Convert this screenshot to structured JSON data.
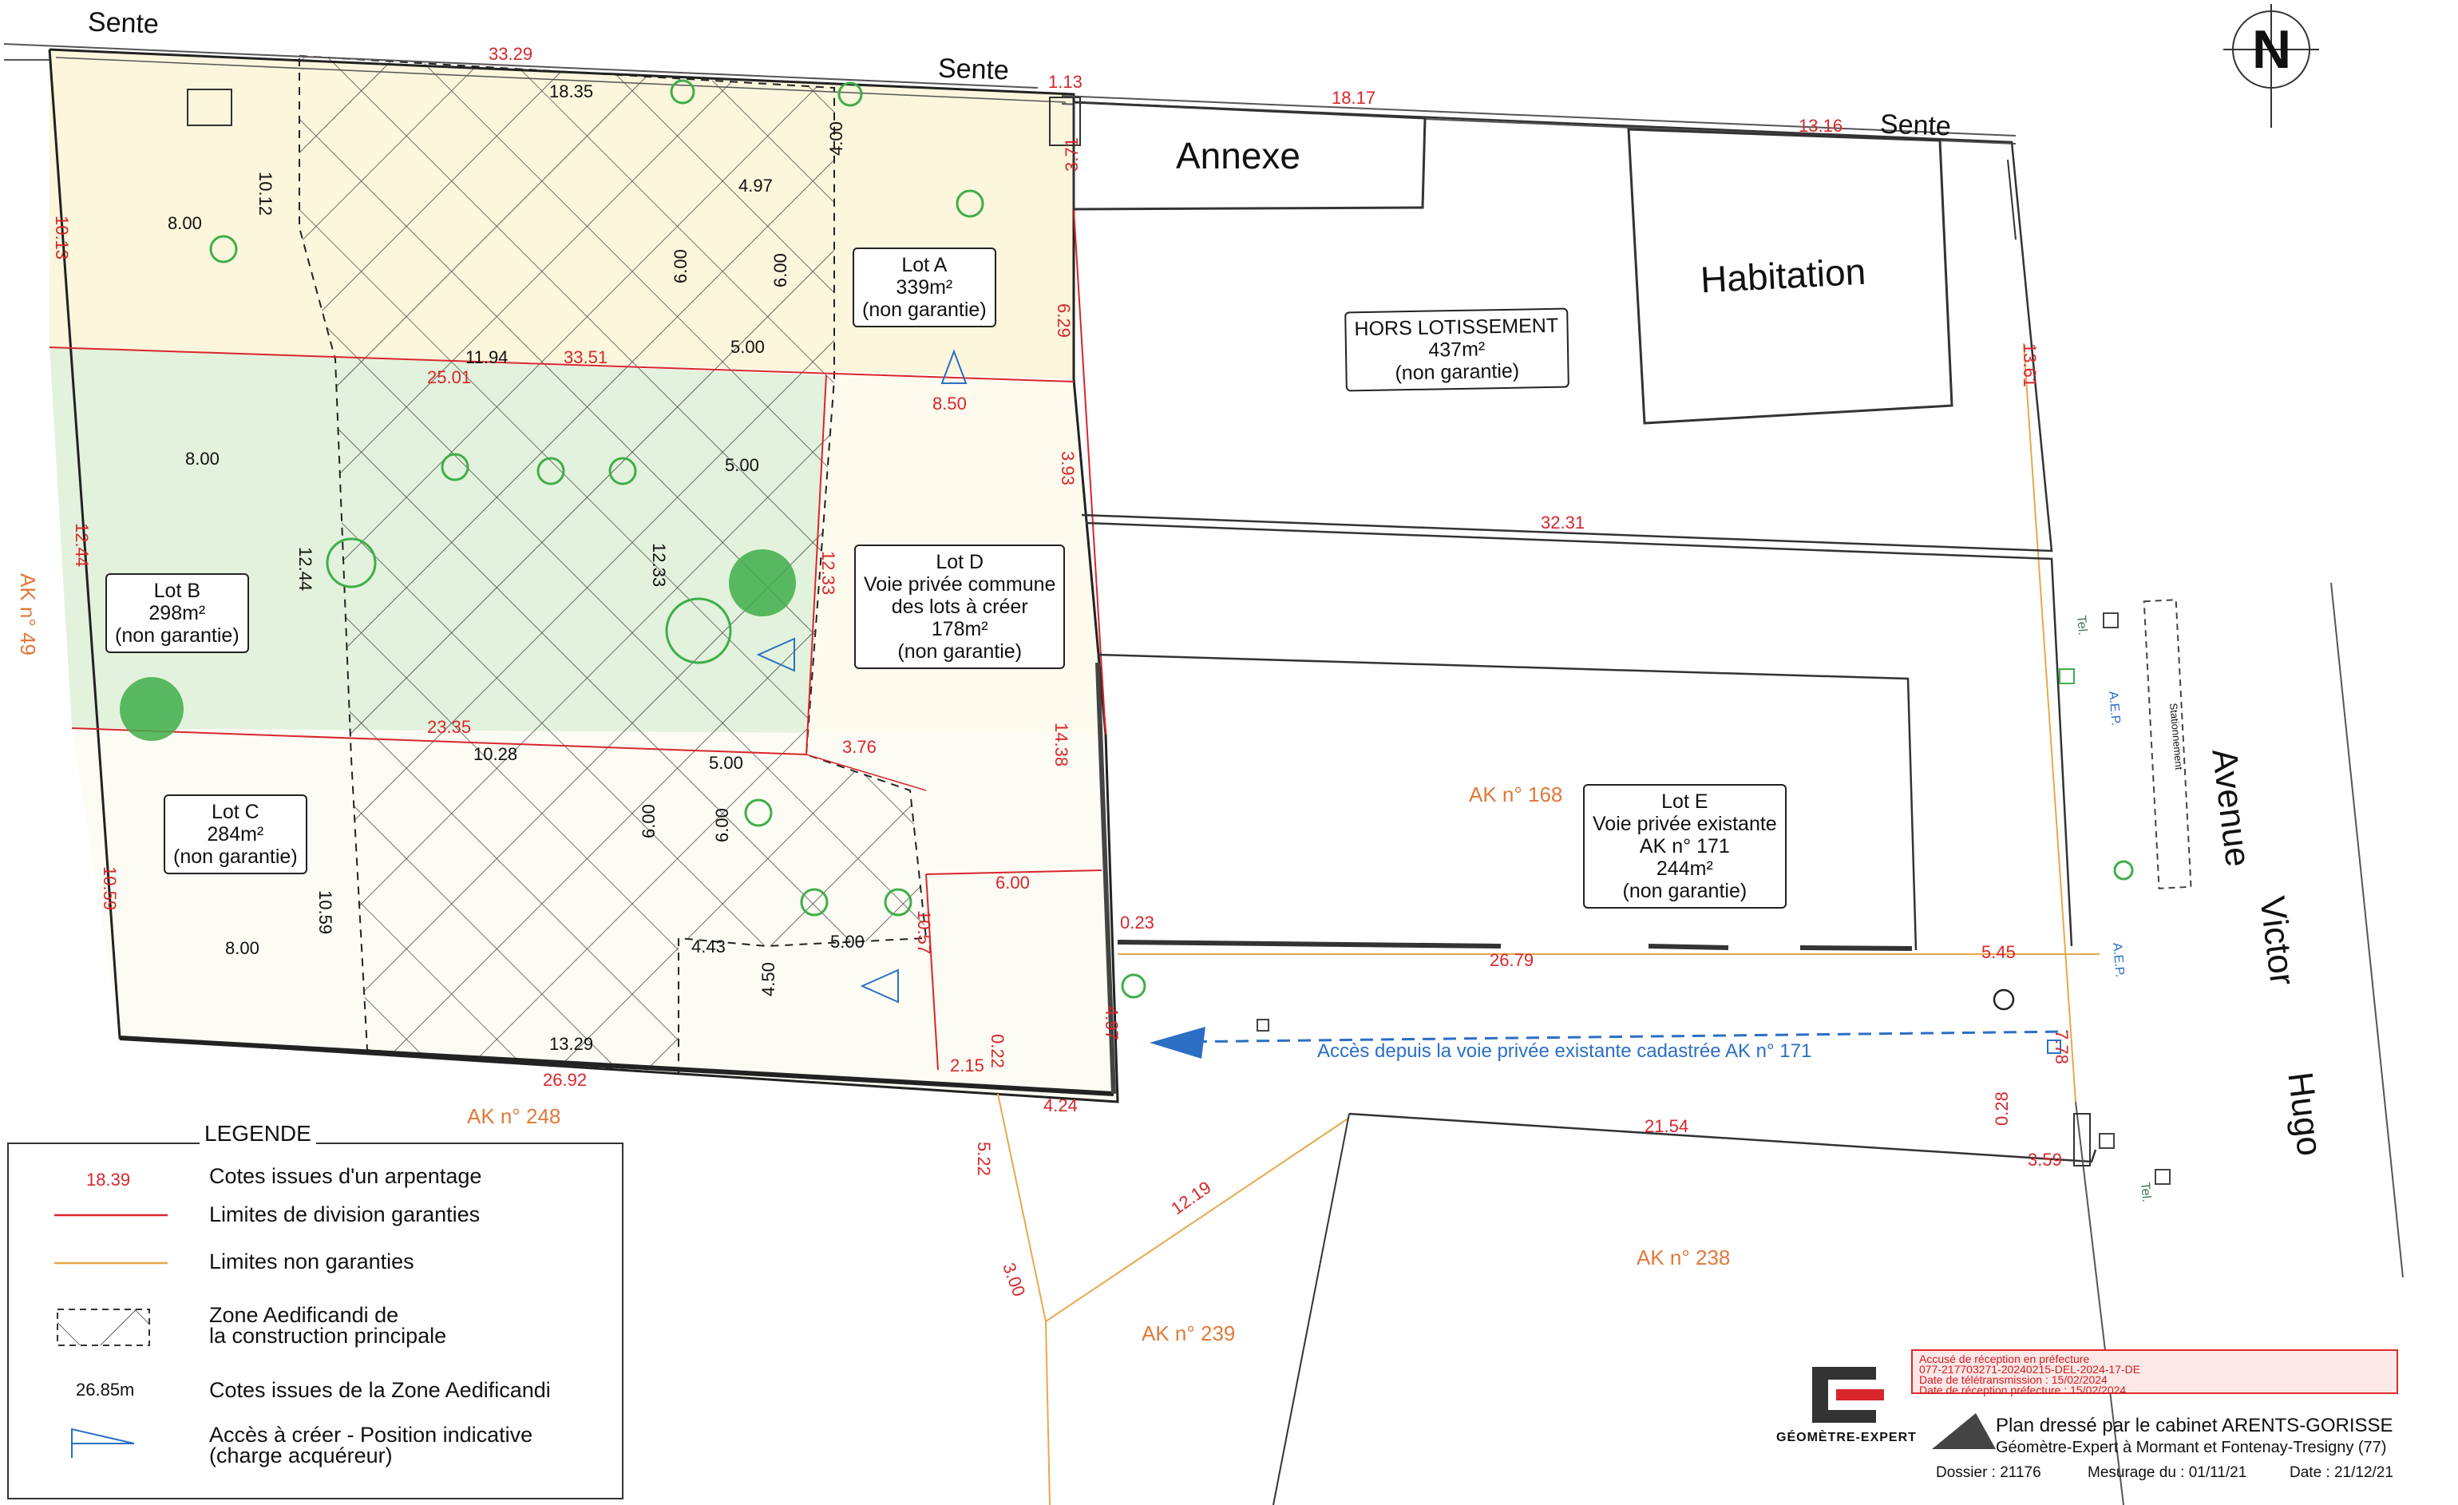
{
  "streets": {
    "sente_left": "Sente",
    "sente_mid": "Sente",
    "sente_right": "Sente",
    "avenue_1": "Avenue",
    "avenue_2": "Victor",
    "avenue_3": "Hugo"
  },
  "north": "N",
  "buildings": {
    "annexe": "Annexe",
    "habitation": "Habitation"
  },
  "lots": {
    "a": [
      "Lot A",
      "339m²",
      "(non garantie)"
    ],
    "b": [
      "Lot B",
      "298m²",
      "(non garantie)"
    ],
    "c": [
      "Lot C",
      "284m²",
      "(non garantie)"
    ],
    "d": [
      "Lot D",
      "Voie privée commune",
      "des lots à créer",
      "178m²",
      "(non garantie)"
    ],
    "e": [
      "Lot E",
      "Voie privée existante",
      "AK n° 171",
      "244m²",
      "(non garantie)"
    ],
    "hors": [
      "HORS LOTISSEMENT",
      "437m²",
      "(non garantie)"
    ]
  },
  "parcels": {
    "ak49": "AK n° 49",
    "ak168": "AK n° 168",
    "ak248": "AK n° 248",
    "ak238": "AK n° 238",
    "ak239": "AK n° 239"
  },
  "access_note": "Accès depuis la voie privée existante cadastrée AK n° 171",
  "small_labels": {
    "tel_top": "Tel.",
    "aep_top": "A.E.P.",
    "stationnement": "Stationnement",
    "aep_bottom": "A.E.P.",
    "tel_bottom": "Tel."
  },
  "dims_red": {
    "d1": "33.29",
    "d2": "1.13",
    "d3": "18.17",
    "d4": "13.16",
    "d5": "10.13",
    "d6": "3.71",
    "d7": "6.29",
    "d8": "33.51",
    "d9": "25.01",
    "d10": "8.50",
    "d11": "13.61",
    "d12": "3.93",
    "d13": "32.31",
    "d14": "12.44",
    "d15": "12.33",
    "d16": "23.35",
    "d17": "3.76",
    "d18": "14.38",
    "d19": "6.00",
    "d20": "10.59",
    "d21": "10.57",
    "d22": "0.23",
    "d23": "26.79",
    "d24": "5.45",
    "d25": "4.97",
    "d26": "2.15",
    "d27": "0.22",
    "d28": "26.92",
    "d29": "4.24",
    "d30": "7.78",
    "d31": "5.22",
    "d32": "12.19",
    "d33": "21.54",
    "d34": "0.28",
    "d35": "3.59",
    "d36": "3.00"
  },
  "dims_black": {
    "k1": "18.35",
    "k2": "4.00",
    "k3": "10.12",
    "k4": "4.97",
    "k5": "8.00",
    "k6": "6.00",
    "k7": "6.00",
    "k8": "5.00",
    "k9": "11.94",
    "k10": "8.00",
    "k11": "5.00",
    "k12": "12.44",
    "k13": "12.33",
    "k14": "10.28",
    "k15": "5.00",
    "k16": "6.00",
    "k17": "6.00",
    "k18": "10.59",
    "k19": "8.00",
    "k20": "4.43",
    "k21": "5.00",
    "k22": "4.50",
    "k23": "13.29"
  },
  "legend": {
    "title": "LEGENDE",
    "sample_value": "18.39",
    "r1": "Cotes issues d'un arpentage",
    "r2": "Limites de division garanties",
    "r3": "Limites non garanties",
    "r4a": "Zone Aedificandi de",
    "r4b": "la construction principale",
    "sample_zone": "26.85m",
    "r5": "Cotes issues de la Zone Aedificandi",
    "r6a": "Accès à créer - Position indicative",
    "r6b": "(charge acquéreur)"
  },
  "stamp": [
    "Accusé de réception en préfecture",
    "077-217703271-20240215-DEL-2024-17-DE",
    "Date de télétransmission : 15/02/2024",
    "Date de réception préfecture : 15/02/2024"
  ],
  "cabinet": {
    "logo_label": "GÉOMÈTRE-EXPERT",
    "line1": "Plan dressé par le cabinet ARENTS-GORISSE",
    "line2": "Géomètre-Expert  à  Mormant et Fontenay-Tresigny (77)",
    "dossier": "Dossier : 21176",
    "mesurage": "Mesurage du : 01/11/21",
    "date": "Date : 21/12/21"
  },
  "colors": {
    "lot_a": "#fbf6dc",
    "lot_b": "#e2f2dc",
    "division_line": "#d8262c",
    "non_guaranteed_line": "#e8a84c",
    "access_arrow": "#2b6fc4",
    "parcel_text": "#e07a3a"
  }
}
